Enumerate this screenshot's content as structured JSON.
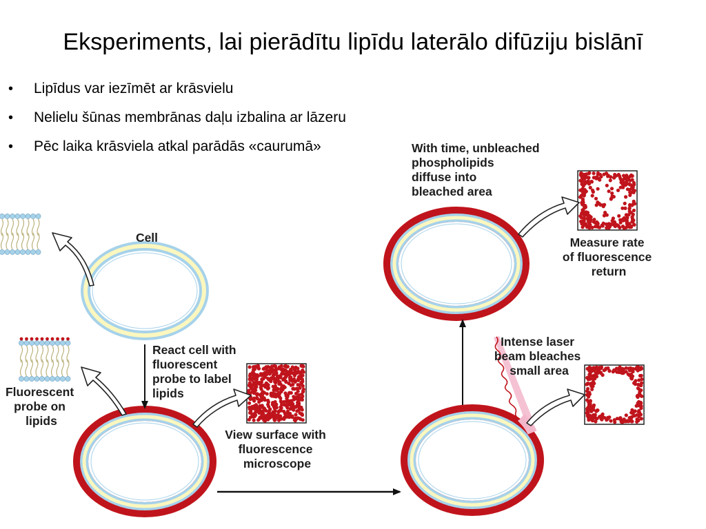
{
  "title": "Eksperiments, lai pierādītu lipīdu laterālo difūziju bislānī",
  "bullets": [
    "Lipīdus var iezīmēt ar krāsvielu",
    "Nelielu šūnas membrānas daļu izbalina ar lāzeru",
    "Pēc laika krāsviela atkal parādās «caurumā»"
  ],
  "diagram": {
    "cell_label": "Cell",
    "react_label": [
      "React cell with",
      "fluorescent",
      "probe to label",
      "lipids"
    ],
    "probe_label": [
      "Fluorescent",
      "probe on",
      "lipids"
    ],
    "view_label": [
      "View surface with",
      "fluorescence",
      "microscope"
    ],
    "laser_label": [
      "Intense laser",
      "beam bleaches",
      "small area"
    ],
    "time_label": [
      "With time, unbleached",
      "phospholipids",
      "diffuse into",
      "bleached area"
    ],
    "measure_label": [
      "Measure rate",
      "of fluorescence",
      "return"
    ],
    "colors": {
      "membrane_blue": "#a6d2ea",
      "membrane_yellow": "#fbf7bf",
      "fluorescent_red": "#c0141c",
      "laser_pink": "#f3b7cb"
    }
  }
}
